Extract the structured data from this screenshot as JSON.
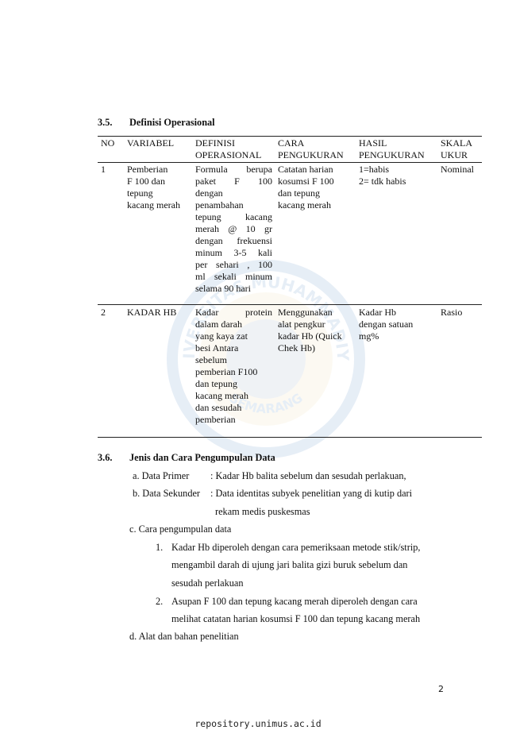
{
  "section_35": {
    "number": "3.5.",
    "title": "Definisi Operasional"
  },
  "table": {
    "headers": {
      "no": "NO",
      "variabel": "VARIABEL",
      "definisi": [
        "DEFINISI",
        "OPERASIONAL"
      ],
      "cara": [
        "CARA",
        "PENGUKURAN"
      ],
      "hasil": [
        "HASIL",
        "PENGUKURAN"
      ],
      "skala": [
        "SKALA",
        "UKUR"
      ]
    },
    "rows": [
      {
        "no": "1",
        "variabel": [
          "Pemberian",
          "F 100 dan",
          "tepung",
          "kacang merah"
        ],
        "definisi": [
          "Formula berupa",
          "paket F 100",
          "dengan",
          "penambahan",
          "tepung kacang",
          "merah @ 10 gr",
          "dengan frekuensi",
          "minum 3-5 kali",
          "per sehari , 100",
          "ml sekali minum",
          "selama 90 hari"
        ],
        "cara": [
          "Catatan harian",
          "kosumsi F 100",
          "dan tepung",
          "kacang merah"
        ],
        "hasil": [
          "1=habis",
          "2= tdk habis"
        ],
        "skala": "Nominal"
      },
      {
        "no": "2",
        "variabel": [
          "KADAR HB"
        ],
        "definisi": [
          "Kadar protein",
          "dalam darah",
          "yang kaya zat",
          "besi Antara",
          "sebelum",
          "pemberian F100",
          "dan tepung",
          "kacang merah",
          "dan sesudah",
          "pemberian"
        ],
        "cara": [
          "Menggunakan",
          "alat pengkur",
          "kadar Hb (Quick",
          "Chek Hb)"
        ],
        "hasil": [
          "Kadar Hb",
          "dengan satuan",
          "mg%"
        ],
        "skala": "Rasio"
      }
    ]
  },
  "section_36": {
    "number": "3.6.",
    "title": "Jenis dan Cara Pengumpulan Data"
  },
  "items": {
    "a_label": "a. Data Primer",
    "a_text": ": Kadar Hb balita sebelum dan sesudah perlakuan,",
    "b_label": "b.  Data Sekunder",
    "b_text": ": Data identitas subyek penelitian yang di kutip dari",
    "b_text2": "rekam medis puskesmas",
    "c_label": "c. Cara pengumpulan data",
    "c1_num": "1.",
    "c1_line1": "Kadar Hb diperoleh dengan cara pemeriksaan  metode stik/strip,",
    "c1_line2": "mengambil darah di ujung  jari balita gizi buruk sebelum dan",
    "c1_line3": "sesudah perlakuan",
    "c2_num": "2.",
    "c2_line1": "Asupan F 100 dan  tepung kacang merah diperoleh dengan cara",
    "c2_line2": "melihat catatan harian kosumsi F 100 dan tepung kacang merah",
    "d_label": "d. Alat dan bahan penelitian"
  },
  "watermark": {
    "top_text": "UNIVERSITAS MUHAMMADIYAH",
    "bottom_text": "SEMARANG"
  },
  "page_number": "2",
  "footer": "repository.unimus.ac.id",
  "colors": {
    "text": "#111111",
    "watermark": "#4a7fbf",
    "watermark_gold": "#d8b04a"
  }
}
